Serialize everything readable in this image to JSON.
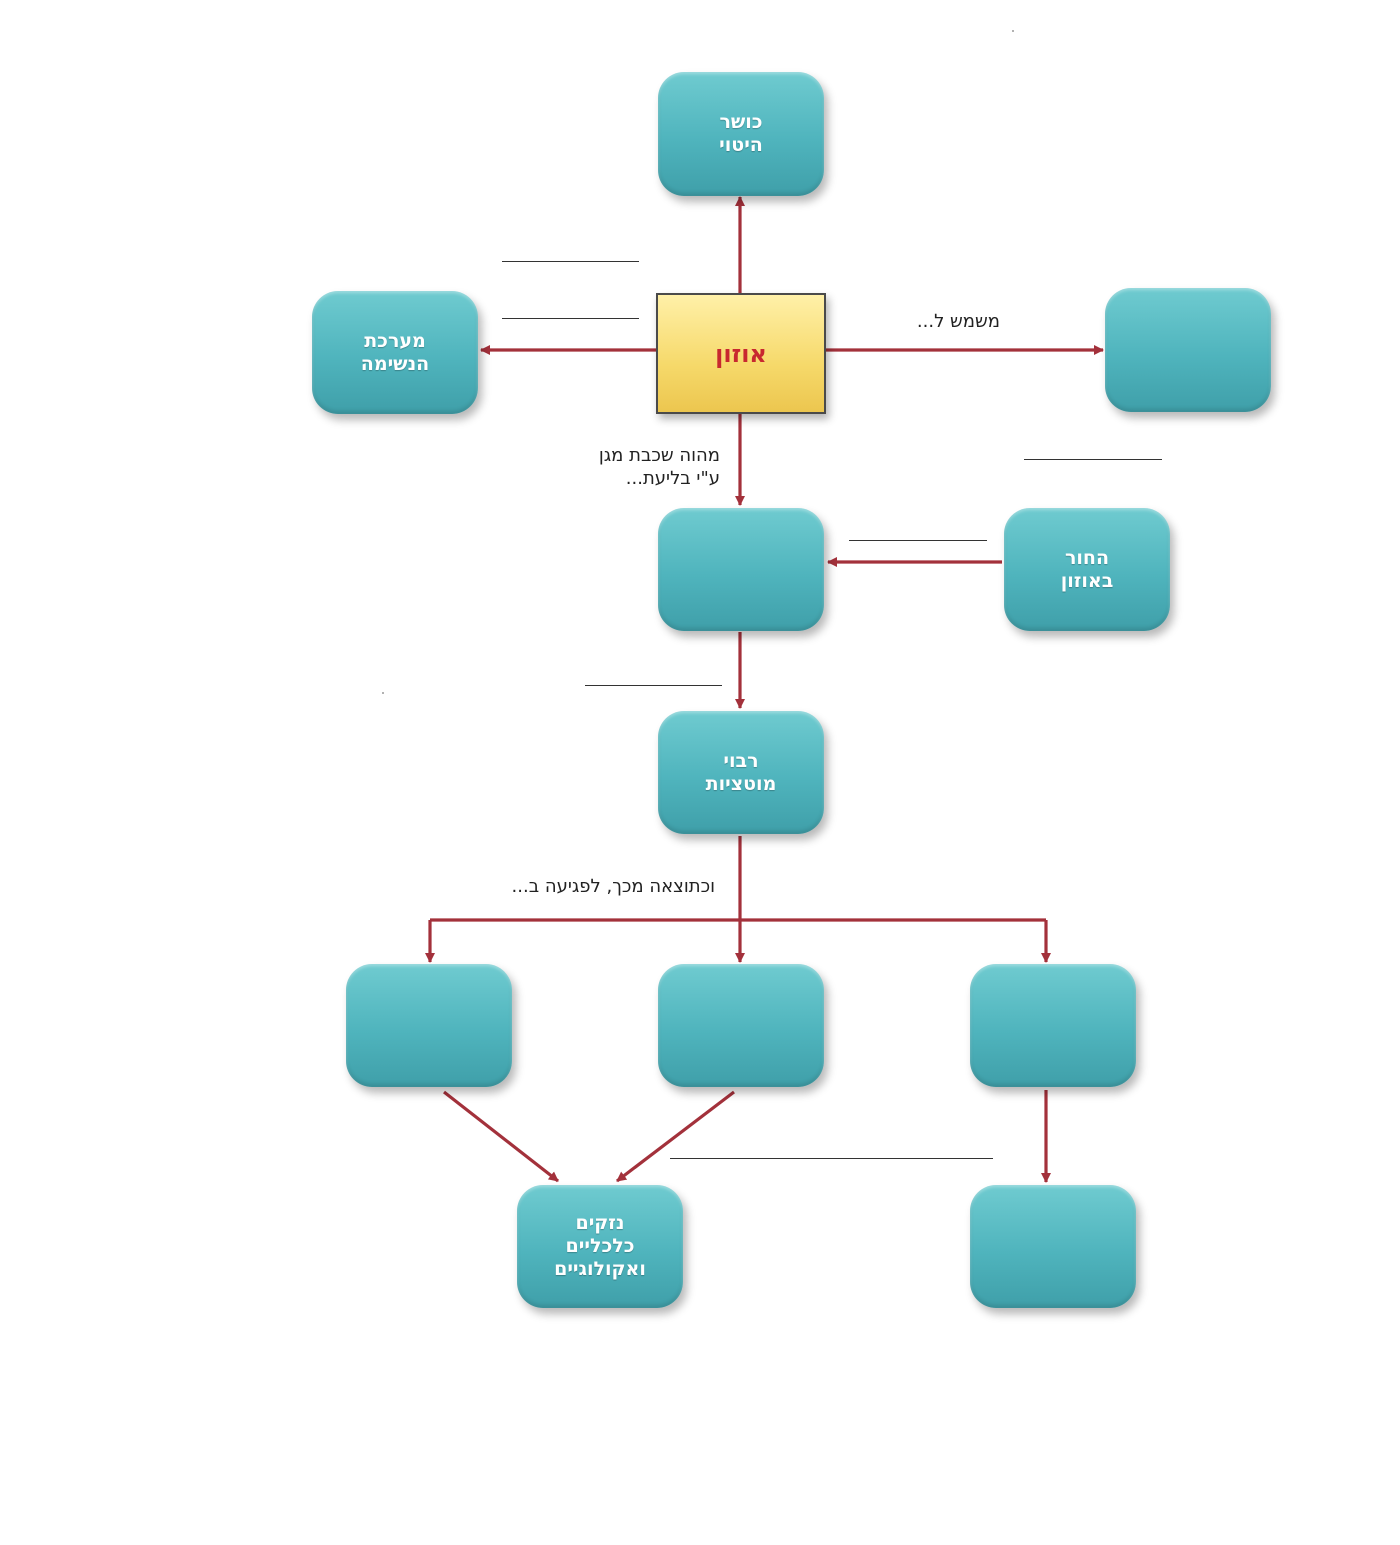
{
  "center_node": {
    "label": "אוזון"
  },
  "nodes": {
    "oxidation": {
      "label": "כושר\nהיטוי"
    },
    "respiratory": {
      "label": "מערכת\nהנשימה"
    },
    "right_top": {
      "label": ""
    },
    "middle_shield": {
      "label": ""
    },
    "ozone_hole": {
      "label": "החור\nבאוזון"
    },
    "mutations": {
      "label": "רבוי\nמוטציות"
    },
    "effect_left": {
      "label": ""
    },
    "effect_mid": {
      "label": ""
    },
    "effect_right": {
      "label": ""
    },
    "damages": {
      "label": "נזקים\nכלכליים\nואקולוגיים"
    },
    "bottom_right": {
      "label": ""
    }
  },
  "edge_labels": {
    "serves_as": "משמש ל...",
    "shield_layer": "מהוה שכבת מגן\nע\"י בליעת...",
    "consequence": "וכתוצאה מכך, לפגיעה ב..."
  },
  "colors": {
    "box_fill": "#54b7c0",
    "center_fill": "#f6d96a",
    "center_text": "#c8282f",
    "arrow": "#a3313b",
    "blank_line": "#333333"
  }
}
